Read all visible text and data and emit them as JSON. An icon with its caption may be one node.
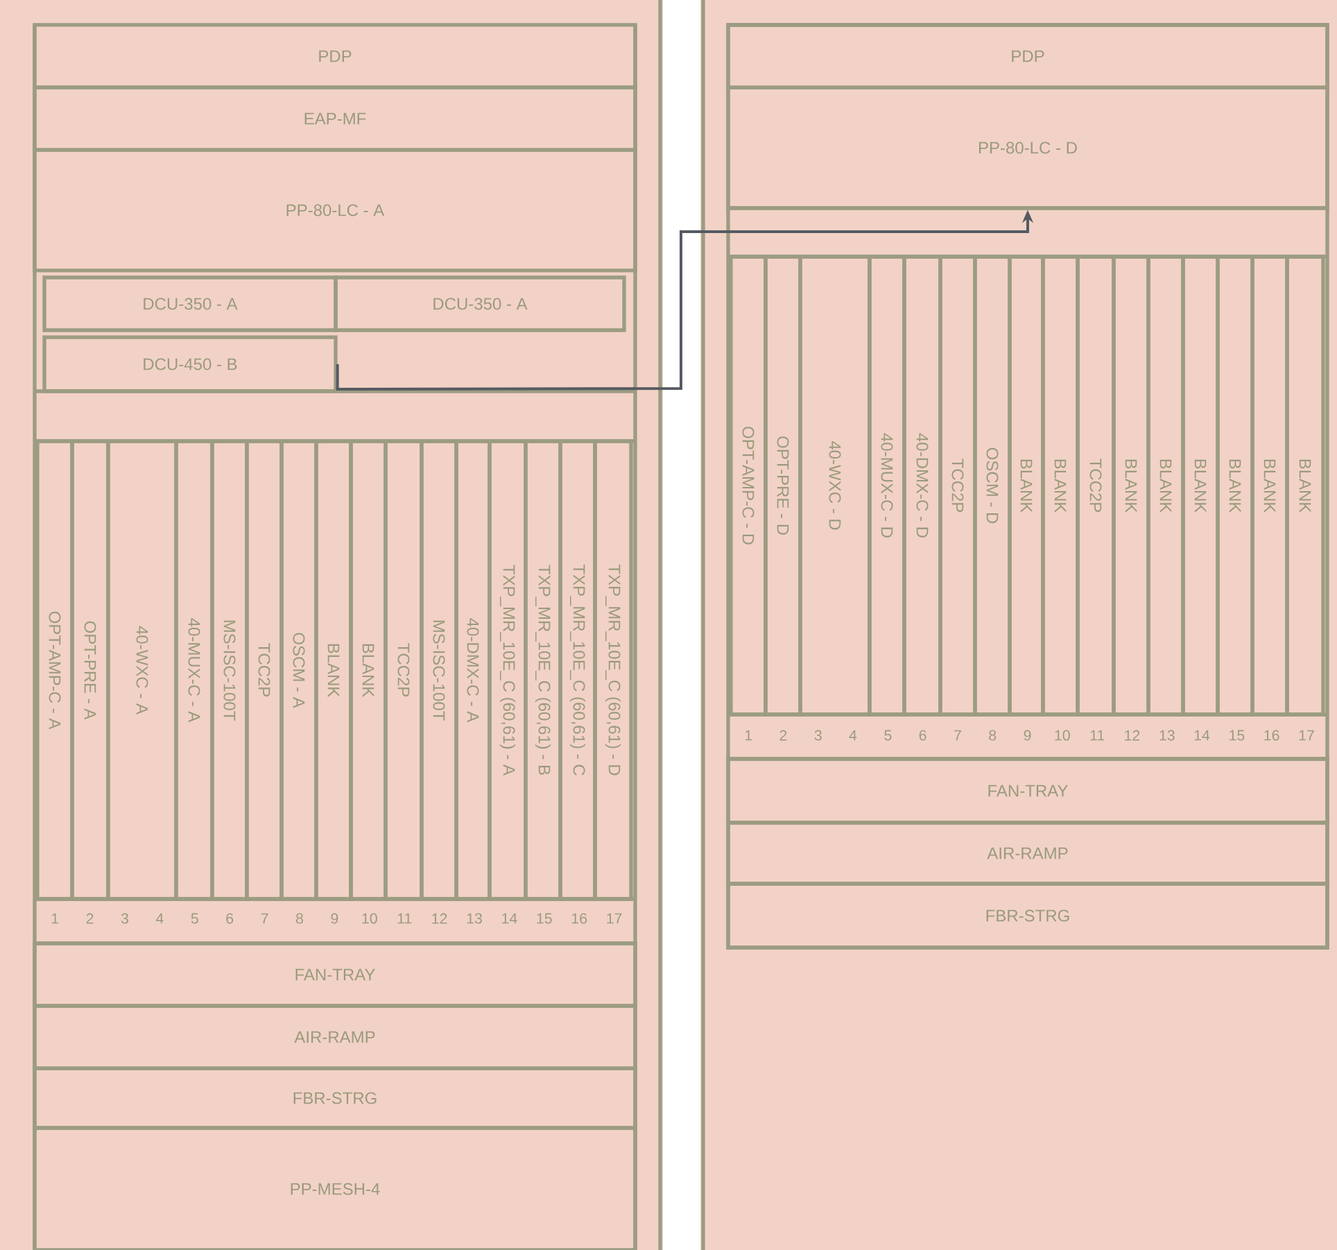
{
  "diagram": {
    "nodes": [
      {
        "text": [
          "PDP"
        ]
      },
      {
        "text": [
          "EAP-MF"
        ]
      },
      {
        "text": [
          "PP-80-LC - A"
        ]
      },
      {
        "text": [
          "DCU-350 - A"
        ]
      },
      {
        "text": [
          "DCU-350 - A"
        ]
      },
      {
        "text": [
          "DCU-450 - B"
        ]
      },
      {
        "text": [
          "OPT-AMP-C - A"
        ]
      },
      {
        "text": [
          "OPT-PRE - A"
        ]
      },
      {
        "text": [
          "40-WXC - A"
        ]
      },
      {
        "text": [
          "40-MUX-C - A"
        ]
      },
      {
        "text": [
          "MS-ISC-100T"
        ]
      },
      {
        "text": [
          "TCC2P"
        ]
      },
      {
        "text": [
          "OSCM - A"
        ]
      },
      {
        "text": [
          "BLANK"
        ]
      },
      {
        "text": [
          "BLANK"
        ]
      },
      {
        "text": [
          "TCC2P"
        ]
      },
      {
        "text": [
          "MS-ISC-100T"
        ]
      },
      {
        "text": [
          "40-DMX-C - A"
        ]
      },
      {
        "text": [
          "TXP_MR_10E_C (60,61) - A"
        ]
      },
      {
        "text": [
          "TXP_MR_10E_C (60,61) - B"
        ]
      },
      {
        "text": [
          "TXP_MR_10E_C (60,61) - C"
        ]
      },
      {
        "text": [
          "TXP_MR_10E_C (60,61) - D"
        ]
      },
      {
        "text": [
          "FAN-TRAY"
        ]
      },
      {
        "text": [
          "AIR-RAMP"
        ]
      },
      {
        "text": [
          "FBR-STRG"
        ]
      },
      {
        "text": [
          "PP-MESH-4"
        ]
      },
      {
        "text": [
          "PDP"
        ]
      },
      {
        "text": [
          "PP-80-LC - D"
        ]
      },
      {
        "text": [
          "OPT-AMP-C - D"
        ]
      },
      {
        "text": [
          "OPT-PRE - D"
        ]
      },
      {
        "text": [
          "40-WXC - D"
        ]
      },
      {
        "text": [
          "40-MUX-C - D"
        ]
      },
      {
        "text": [
          "40-DMX-C - D"
        ]
      },
      {
        "text": [
          "TCC2P"
        ]
      },
      {
        "text": [
          "OSCM - D"
        ]
      },
      {
        "text": [
          "BLANK"
        ]
      },
      {
        "text": [
          "BLANK"
        ]
      },
      {
        "text": [
          "TCC2P"
        ]
      },
      {
        "text": [
          "BLANK"
        ]
      },
      {
        "text": [
          "BLANK"
        ]
      },
      {
        "text": [
          "BLANK"
        ]
      },
      {
        "text": [
          "BLANK"
        ]
      },
      {
        "text": [
          "BLANK"
        ]
      },
      {
        "text": [
          "BLANK"
        ]
      },
      {
        "text": [
          "FAN-TRAY"
        ]
      },
      {
        "text": [
          "AIR-RAMP"
        ]
      },
      {
        "text": [
          "FBR-STRG"
        ]
      }
    ],
    "edges": [
      {
        "from": 5,
        "to": 27,
        "arrow": "to"
      }
    ],
    "labels": [
      "1",
      "2",
      "3",
      "4",
      "5",
      "6",
      "7",
      "8",
      "9",
      "10",
      "11",
      "12",
      "13",
      "14",
      "15",
      "16",
      "17",
      "1",
      "2",
      "3",
      "4",
      "5",
      "6",
      "7",
      "8",
      "9",
      "10",
      "11",
      "12",
      "13",
      "14",
      "15",
      "16",
      "17"
    ]
  }
}
